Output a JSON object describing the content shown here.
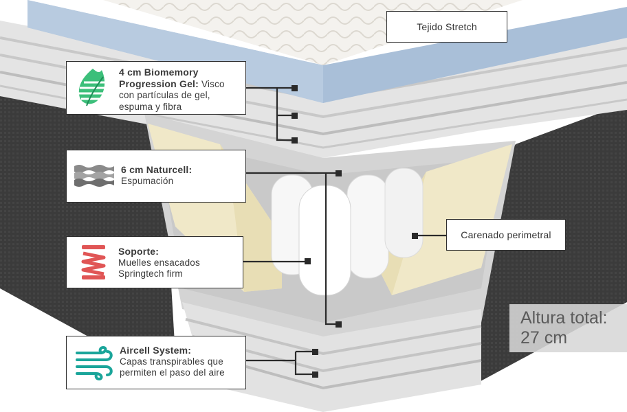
{
  "labels": {
    "tejido": {
      "text": "Tejido Stretch"
    },
    "biomemory": {
      "title_line1": "4 cm Biomemory",
      "title_line2": "Progression Gel:",
      "desc_line2": " Visco",
      "desc_line3": "con partículas de gel,",
      "desc_line4": "espuma y fibra",
      "icon": "leaf-gel-icon"
    },
    "naturcell": {
      "title": "6 cm Naturcell:",
      "desc": "Espumación",
      "icon": "wave-foam-icon"
    },
    "soporte": {
      "title": "Soporte:",
      "desc_line1": "Muelles ensacados",
      "desc_line2": "Springtech firm",
      "icon": "spring-icon"
    },
    "aircell": {
      "title": "Aircell System:",
      "desc_line1": "Capas transpirables que",
      "desc_line2": "permiten el paso del aire",
      "icon": "air-flow-icon"
    },
    "carenado": {
      "text": "Carenado perimetral"
    },
    "altura": {
      "line1": "Altura total:",
      "line2": "27 cm"
    }
  },
  "colors": {
    "leader_line": "#2a2a2a",
    "gel_layer": "#a9bfd8",
    "dark_fabric": "#3d3d3d",
    "foam_layer": "#dcdcdc",
    "edge_foam": "#f0e8c8",
    "leaf_green": "#3cbf7a",
    "spring_red": "#e05555",
    "air_teal": "#1aa59a"
  }
}
